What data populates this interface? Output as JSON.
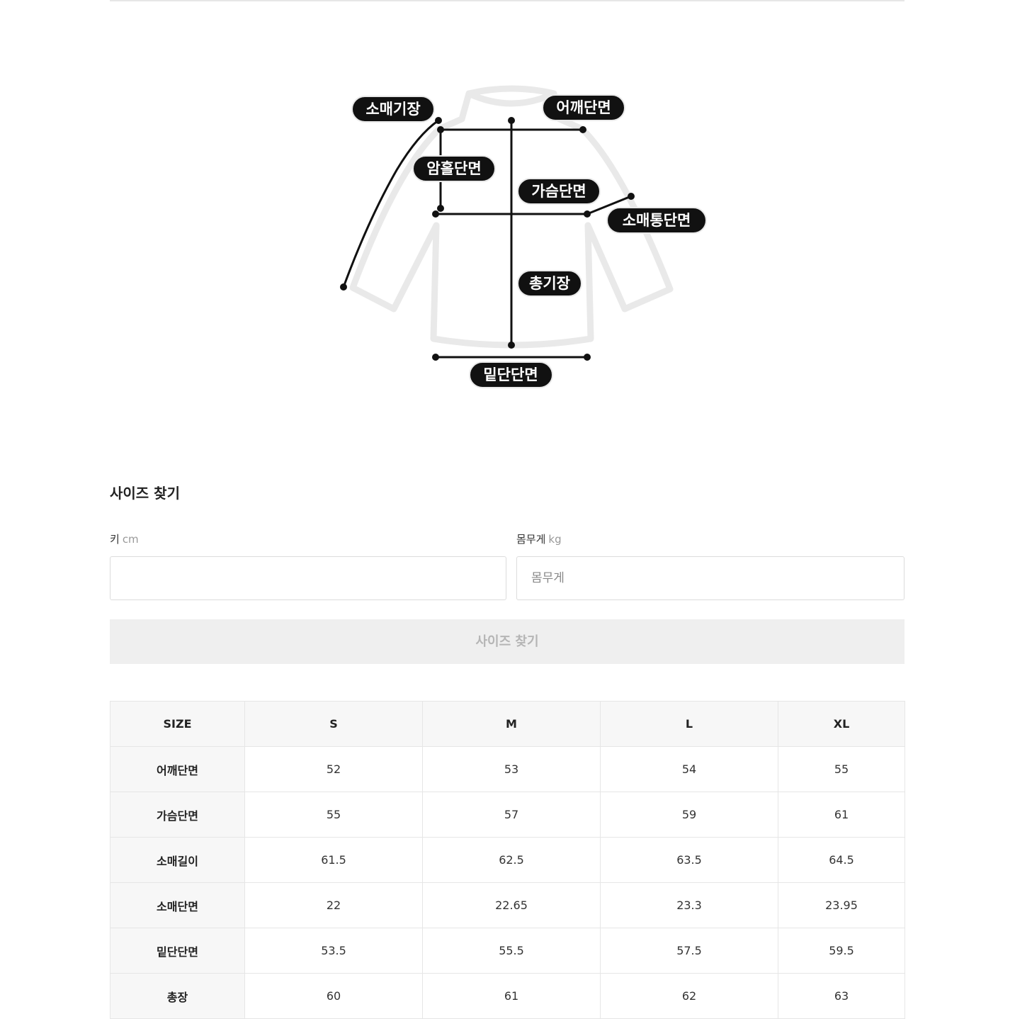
{
  "diagram": {
    "labels": {
      "sleeve_length": "소매기장",
      "shoulder": "어깨단면",
      "armhole": "암홀단면",
      "chest": "가슴단면",
      "sleeve_width": "소매통단면",
      "total_length": "총기장",
      "hem": "밑단단면"
    }
  },
  "finder": {
    "title": "사이즈 찾기",
    "height_label": "키",
    "height_unit": "cm",
    "height_value": "",
    "weight_label": "몸무게",
    "weight_unit": "kg",
    "weight_placeholder": "몸무게",
    "button_label": "사이즈 찾기"
  },
  "table": {
    "headers": [
      "SIZE",
      "S",
      "M",
      "L",
      "XL"
    ],
    "rows": [
      {
        "label": "어깨단면",
        "values": [
          "52",
          "53",
          "54",
          "55"
        ]
      },
      {
        "label": "가슴단면",
        "values": [
          "55",
          "57",
          "59",
          "61"
        ]
      },
      {
        "label": "소매길이",
        "values": [
          "61.5",
          "62.5",
          "63.5",
          "64.5"
        ]
      },
      {
        "label": "소매단면",
        "values": [
          "22",
          "22.65",
          "23.3",
          "23.95"
        ]
      },
      {
        "label": "밑단단면",
        "values": [
          "53.5",
          "55.5",
          "57.5",
          "59.5"
        ]
      },
      {
        "label": "총장",
        "values": [
          "60",
          "61",
          "62",
          "63"
        ]
      }
    ]
  }
}
